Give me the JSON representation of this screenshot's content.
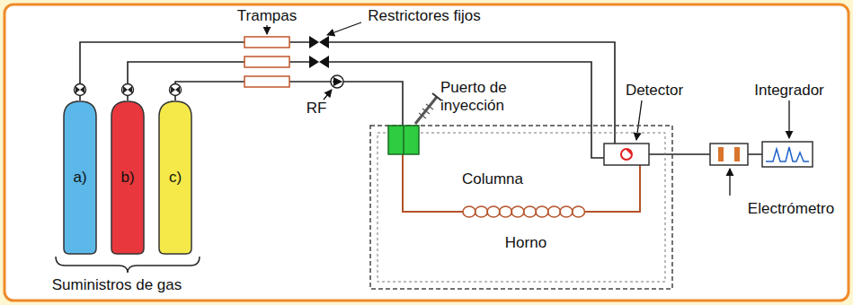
{
  "diagram": {
    "nodes": [
      {
        "text": [
          "a)"
        ]
      },
      {
        "text": [
          "b)"
        ]
      },
      {
        "text": [
          "c)"
        ]
      }
    ],
    "labels": [
      "Trampas",
      "Restrictores fijos",
      "Puerto de inyección",
      "RF",
      "Detector",
      "Integrador",
      "Columna",
      "Horno",
      "Electrómetro",
      "Suministros de gas"
    ]
  }
}
